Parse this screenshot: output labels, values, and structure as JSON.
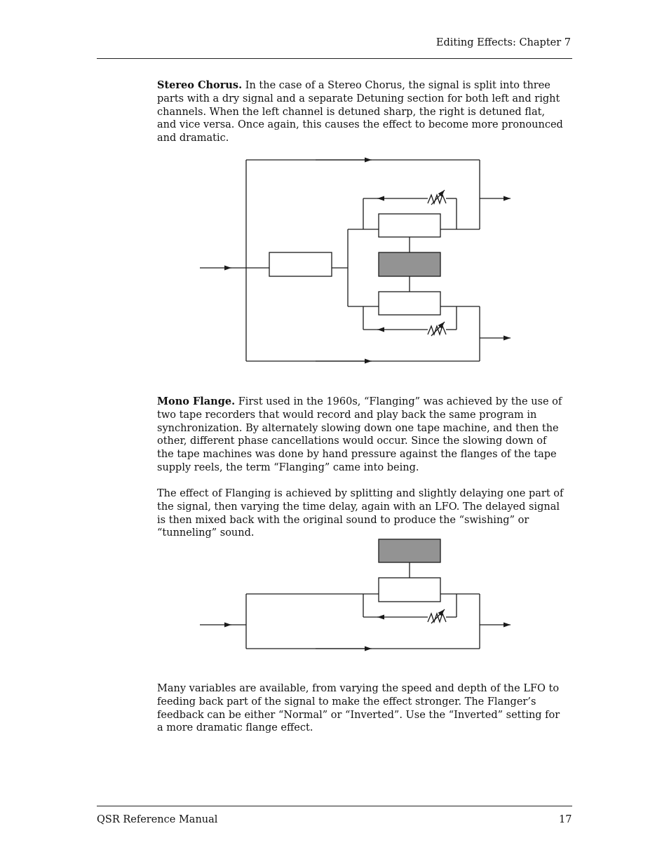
{
  "header": {
    "title": "Editing Effects: Chapter 7"
  },
  "sections": {
    "stereo_chorus": {
      "heading": "Stereo Chorus.",
      "text": " In the case of a Stereo Chorus, the signal is split into three parts with a dry signal and a separate Detuning section for both left and right channels. When the left channel is detuned sharp, the right is detuned flat, and vice versa. Once again, this causes the effect to become more pronounced and dramatic."
    },
    "mono_flange": {
      "heading": "Mono Flange.",
      "text": "  First used in the 1960s, “Flanging” was achieved by the use of two tape recorders that would record and play back the same program in synchronization. By alternately slowing down one tape machine, and then the other, different phase cancellations would occur. Since the slowing down of the tape machines was done by hand pressure against the flanges of the tape supply reels, the term “Flanging” came into being."
    },
    "flanging_effect": {
      "text": "The effect of Flanging is achieved by splitting and slightly delaying one part of the signal, then varying the time delay, again with an LFO. The delayed signal is then mixed back with the original sound to produce the “swishing” or “tunneling” sound."
    },
    "variables": {
      "text": "Many variables are available, from varying the speed and depth of the LFO to feeding back part of the signal to make the effect stronger. The Flanger’s feedback can be either “Normal” or “Inverted”. Use the “Inverted” setting for a more dramatic flange effect."
    }
  },
  "diagram_colors": {
    "line": "#1a1a1a",
    "lfo_fill": "#939393",
    "block_fill": "#ffffff"
  },
  "footer": {
    "manual": "QSR Reference Manual",
    "page": "17"
  }
}
